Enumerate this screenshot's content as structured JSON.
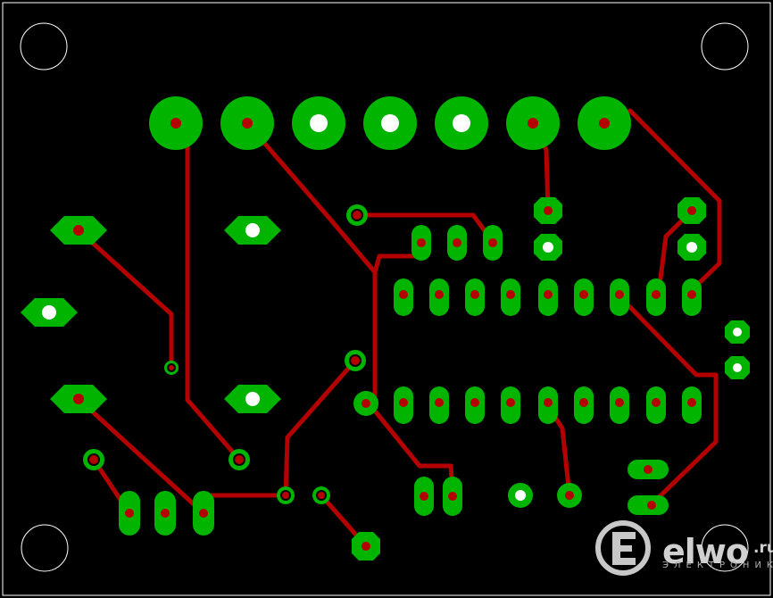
{
  "board": {
    "background": "#000000",
    "outline_color": "#ffffff",
    "trace_color": "#b40000",
    "pad_color": "#00b400",
    "pad_hole_color": "#ffffff",
    "via_hole_color": "#b40000"
  },
  "watermark": {
    "logo_name": "elwo-logo-icon",
    "brand": "elwo",
    "tld": ".ru",
    "subtitle": "ЭЛЕКТРОНИКА"
  }
}
